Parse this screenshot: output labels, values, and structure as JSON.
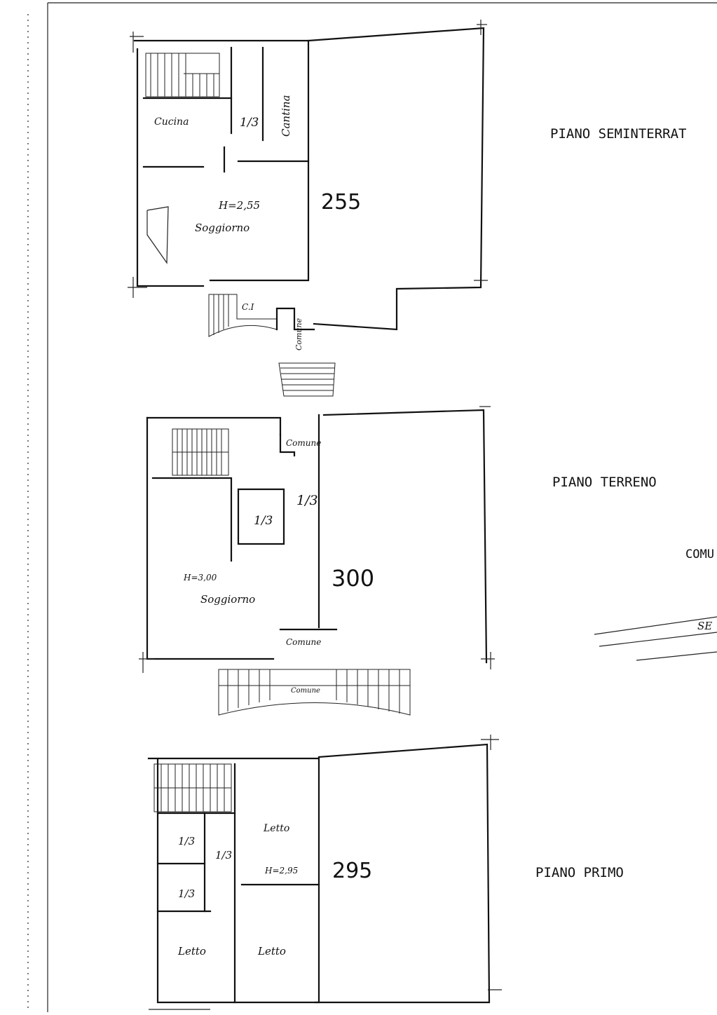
{
  "floors": {
    "seminterrato": {
      "title": "PIANO  SEMINTERRAT",
      "height_number": "255",
      "rooms": {
        "cucina": "Cucina",
        "cantina": "Cantina",
        "soggiorno": "Soggiorno",
        "height_label": "H=2,55",
        "ci": "C.I",
        "comune": "Comune",
        "fraction": "1/3"
      }
    },
    "terreno": {
      "title": "PIANO TERRENO",
      "height_number": "300",
      "rooms": {
        "comune_top": "Comune",
        "comune_bottom": "Comune",
        "comune_stair": "Comune",
        "soggiorno": "Soggiorno",
        "height_label": "H=3,00",
        "fraction_a": "1/3",
        "fraction_b": "1/3"
      }
    },
    "primo": {
      "title": "PIANO PRIMO",
      "height_number": "295",
      "rooms": {
        "letto_a": "Letto",
        "letto_b": "Letto",
        "letto_c": "Letto",
        "height_label": "H=2,95",
        "fraction_a": "1/3",
        "fraction_b": "1/3",
        "fraction_c": "1/3"
      }
    }
  },
  "side_labels": {
    "comu": "COMU",
    "se": "SE"
  }
}
